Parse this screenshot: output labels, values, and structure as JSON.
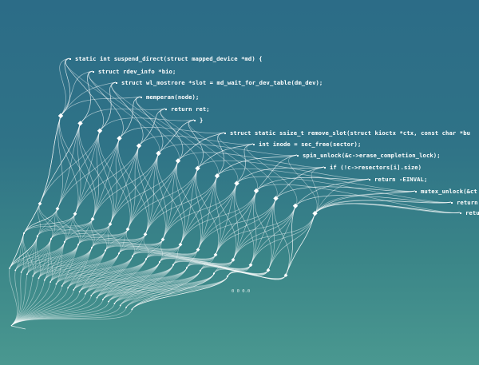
{
  "code_lines": [
    "static int suspend_direct(struct mapped_device *md) {",
    "struct rdev_info *bio;",
    "struct wl_mostrore *slot = md_wait_for_dev_table(dm_dev);",
    "memperan(node);",
    "return ret;",
    "}",
    "struct static ssize_t remove_slot(struct kioctx *ctx, const char *bu",
    "int inode = sec_free(sector);",
    "spin_unlock(&c->erase_completion_lock);",
    "if (!c->resectors[i].size)",
    "return -EINVAL;",
    "mutex_unlock(&ct",
    "return",
    "return"
  ],
  "tiny_label": "0 0  0.0",
  "colors": {
    "background_top": "#2c6c87",
    "background_bottom": "#4a9890",
    "lines": "#ffffff"
  }
}
